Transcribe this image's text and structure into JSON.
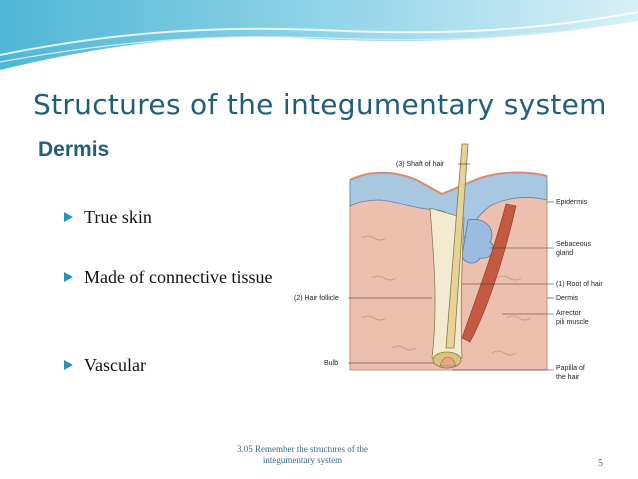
{
  "slide": {
    "title": "Structures of the integumentary system",
    "subtitle": "Dermis",
    "bullets": [
      "True skin",
      "Made of connective tissue",
      "Vascular"
    ]
  },
  "diagram": {
    "labels": {
      "shaft": "(3) Shaft of hair",
      "epidermis": "Epidermis",
      "sebaceous1": "Sebaceous",
      "sebaceous2": "gland",
      "root": "(1) Root of hair",
      "dermis": "Dermis",
      "arrector1": "Arrector",
      "arrector2": "pili muscle",
      "follicle": "(2) Hair follicle",
      "bulb": "Bulb",
      "papilla1": "Papilla of",
      "papilla2": "the hair"
    }
  },
  "footer": {
    "line1": "3.05 Remember the structures of the",
    "line2": "integumentary system",
    "page": "5"
  },
  "colors": {
    "accent": "#2c92b5",
    "title": "#1f5f7a",
    "skin": "#e9b8a4"
  }
}
